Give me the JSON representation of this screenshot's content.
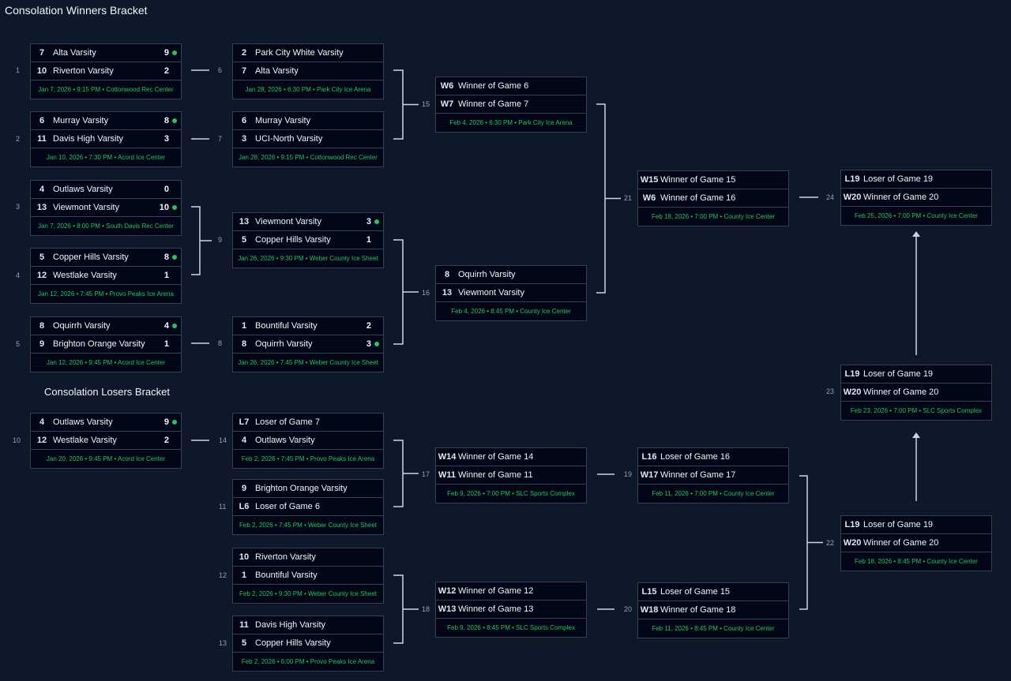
{
  "titles": {
    "winners": "Consolation Winners Bracket",
    "losers": "Consolation Losers Bracket"
  },
  "colors": {
    "background": "#0f172a",
    "box": "#020617",
    "border": "#334155",
    "accent": "#22c55e",
    "connector": "#cbd5e1"
  },
  "matches": [
    {
      "id": "1",
      "label": "1",
      "rows": [
        {
          "seed": "7",
          "name": "Alta Varsity",
          "score": "9",
          "winner": true
        },
        {
          "seed": "10",
          "name": "Riverton Varsity",
          "score": "2",
          "winner": false
        }
      ],
      "info": "Jan 7, 2026 • 9:15 PM • Cottonwood Rec Center"
    },
    {
      "id": "2",
      "label": "2",
      "rows": [
        {
          "seed": "6",
          "name": "Murray Varsity",
          "score": "8",
          "winner": true
        },
        {
          "seed": "11",
          "name": "Davis High Varsity",
          "score": "3",
          "winner": false
        }
      ],
      "info": "Jan 10, 2026 • 7:30 PM • Acord Ice Center"
    },
    {
      "id": "3",
      "label": "3",
      "rows": [
        {
          "seed": "4",
          "name": "Outlaws Varsity",
          "score": "0",
          "winner": false
        },
        {
          "seed": "13",
          "name": "Viewmont Varsity",
          "score": "10",
          "winner": true
        }
      ],
      "info": "Jan 7, 2026 • 8:00 PM • South Davis Rec Center"
    },
    {
      "id": "4",
      "label": "4",
      "rows": [
        {
          "seed": "5",
          "name": "Copper Hills Varsity",
          "score": "8",
          "winner": true
        },
        {
          "seed": "12",
          "name": "Westlake Varsity",
          "score": "1",
          "winner": false
        }
      ],
      "info": "Jan 12, 2026 • 7:45 PM • Provo Peaks Ice Arena"
    },
    {
      "id": "5",
      "label": "5",
      "rows": [
        {
          "seed": "8",
          "name": "Oquirrh Varsity",
          "score": "4",
          "winner": true
        },
        {
          "seed": "9",
          "name": "Brighton Orange Varsity",
          "score": "1",
          "winner": false
        }
      ],
      "info": "Jan 12, 2026 • 9:45 PM • Acord Ice Center"
    },
    {
      "id": "10",
      "label": "10",
      "rows": [
        {
          "seed": "4",
          "name": "Outlaws Varsity",
          "score": "9",
          "winner": true
        },
        {
          "seed": "12",
          "name": "Westlake Varsity",
          "score": "2",
          "winner": false
        }
      ],
      "info": "Jan 20, 2026 • 9:45 PM • Acord Ice Center"
    },
    {
      "id": "6",
      "label": "6",
      "rows": [
        {
          "seed": "2",
          "name": "Park City White Varsity",
          "score": "",
          "winner": false
        },
        {
          "seed": "7",
          "name": "Alta Varsity",
          "score": "",
          "winner": false
        }
      ],
      "info": "Jan 28, 2026 • 6:30 PM • Park City Ice Arena"
    },
    {
      "id": "7",
      "label": "7",
      "rows": [
        {
          "seed": "6",
          "name": "Murray Varsity",
          "score": "",
          "winner": false
        },
        {
          "seed": "3",
          "name": "UCI-North Varsity",
          "score": "",
          "winner": false
        }
      ],
      "info": "Jan 28, 2026 • 9:15 PM • Cottonwood Rec Center"
    },
    {
      "id": "9",
      "label": "9",
      "rows": [
        {
          "seed": "13",
          "name": "Viewmont Varsity",
          "score": "3",
          "winner": true
        },
        {
          "seed": "5",
          "name": "Copper Hills Varsity",
          "score": "1",
          "winner": false
        }
      ],
      "info": "Jan 26, 2026 • 9:30 PM • Weber County Ice Sheet"
    },
    {
      "id": "8",
      "label": "8",
      "rows": [
        {
          "seed": "1",
          "name": "Bountiful Varsity",
          "score": "2",
          "winner": false
        },
        {
          "seed": "8",
          "name": "Oquirrh Varsity",
          "score": "3",
          "winner": true
        }
      ],
      "info": "Jan 26, 2026 • 7:45 PM • Weber County Ice Sheet"
    },
    {
      "id": "14",
      "label": "14",
      "rows": [
        {
          "seed": "L7",
          "name": "Loser of Game 7",
          "score": "",
          "winner": false
        },
        {
          "seed": "4",
          "name": "Outlaws Varsity",
          "score": "",
          "winner": false
        }
      ],
      "info": "Feb 2, 2026 • 7:45 PM • Provo Peaks Ice Arena"
    },
    {
      "id": "11",
      "label": "11",
      "rows": [
        {
          "seed": "9",
          "name": "Brighton Orange Varsity",
          "score": "",
          "winner": false
        },
        {
          "seed": "L6",
          "name": "Loser of Game 6",
          "score": "",
          "winner": false
        }
      ],
      "info": "Feb 2, 2026 • 7:45 PM • Weber County Ice Sheet"
    },
    {
      "id": "12",
      "label": "12",
      "rows": [
        {
          "seed": "10",
          "name": "Riverton Varsity",
          "score": "",
          "winner": false
        },
        {
          "seed": "1",
          "name": "Bountiful Varsity",
          "score": "",
          "winner": false
        }
      ],
      "info": "Feb 2, 2026 • 9:30 PM • Weber County Ice Sheet"
    },
    {
      "id": "13",
      "label": "13",
      "rows": [
        {
          "seed": "11",
          "name": "Davis High Varsity",
          "score": "",
          "winner": false
        },
        {
          "seed": "5",
          "name": "Copper Hills Varsity",
          "score": "",
          "winner": false
        }
      ],
      "info": "Feb 2, 2026 • 6:00 PM • Provo Peaks Ice Arena"
    },
    {
      "id": "15",
      "label": "15",
      "rows": [
        {
          "seed": "W6",
          "name": "Winner of Game 6",
          "score": "",
          "winner": false
        },
        {
          "seed": "W7",
          "name": "Winner of Game 7",
          "score": "",
          "winner": false
        }
      ],
      "info": "Feb 4, 2026 • 6:30 PM • Park City Ice Arena"
    },
    {
      "id": "16",
      "label": "16",
      "rows": [
        {
          "seed": "8",
          "name": "Oquirrh Varsity",
          "score": "",
          "winner": false
        },
        {
          "seed": "13",
          "name": "Viewmont Varsity",
          "score": "",
          "winner": false
        }
      ],
      "info": "Feb 4, 2026 • 8:45 PM • County Ice Center"
    },
    {
      "id": "17",
      "label": "17",
      "rows": [
        {
          "seed": "W14",
          "name": "Winner of Game 14",
          "score": "",
          "winner": false
        },
        {
          "seed": "W11",
          "name": "Winner of Game 11",
          "score": "",
          "winner": false
        }
      ],
      "info": "Feb 9, 2026 • 7:00 PM • SLC Sports Complex"
    },
    {
      "id": "18",
      "label": "18",
      "rows": [
        {
          "seed": "W12",
          "name": "Winner of Game 12",
          "score": "",
          "winner": false
        },
        {
          "seed": "W13",
          "name": "Winner of Game 13",
          "score": "",
          "winner": false
        }
      ],
      "info": "Feb 9, 2026 • 8:45 PM • SLC Sports Complex"
    },
    {
      "id": "21",
      "label": "21",
      "rows": [
        {
          "seed": "W15",
          "name": "Winner of Game 15",
          "score": "",
          "winner": false
        },
        {
          "seed": "W6",
          "name": "Winner of Game 16",
          "score": "",
          "winner": false
        }
      ],
      "info": "Feb 18, 2026 • 7:00 PM • County Ice Center"
    },
    {
      "id": "19",
      "label": "19",
      "rows": [
        {
          "seed": "L16",
          "name": "Loser of Game 16",
          "score": "",
          "winner": false
        },
        {
          "seed": "W17",
          "name": "Winner of Game 17",
          "score": "",
          "winner": false
        }
      ],
      "info": "Feb 11, 2026 • 7:00 PM • County Ice Center"
    },
    {
      "id": "20",
      "label": "20",
      "rows": [
        {
          "seed": "L15",
          "name": "Loser of Game 15",
          "score": "",
          "winner": false
        },
        {
          "seed": "W18",
          "name": "Winner of Game 18",
          "score": "",
          "winner": false
        }
      ],
      "info": "Feb 11, 2026 • 8:45 PM • County Ice Center"
    },
    {
      "id": "24",
      "label": "24",
      "rows": [
        {
          "seed": "L19",
          "name": "Loser of Game 19",
          "score": "",
          "winner": false
        },
        {
          "seed": "W20",
          "name": "Winner of Game 20",
          "score": "",
          "winner": false
        }
      ],
      "info": "Feb 25, 2026 • 7:00 PM • County Ice Center"
    },
    {
      "id": "23",
      "label": "23",
      "rows": [
        {
          "seed": "L19",
          "name": "Loser of Game 19",
          "score": "",
          "winner": false
        },
        {
          "seed": "W20",
          "name": "Winner of Game 20",
          "score": "",
          "winner": false
        }
      ],
      "info": "Feb 23, 2026 • 7:00 PM • SLC Sports Complex"
    },
    {
      "id": "22",
      "label": "22",
      "rows": [
        {
          "seed": "L19",
          "name": "Loser of Game 19",
          "score": "",
          "winner": false
        },
        {
          "seed": "W20",
          "name": "Winner of Game 20",
          "score": "",
          "winner": false
        }
      ],
      "info": "Feb 18, 2026 • 8:45 PM • County Ice Center"
    }
  ]
}
